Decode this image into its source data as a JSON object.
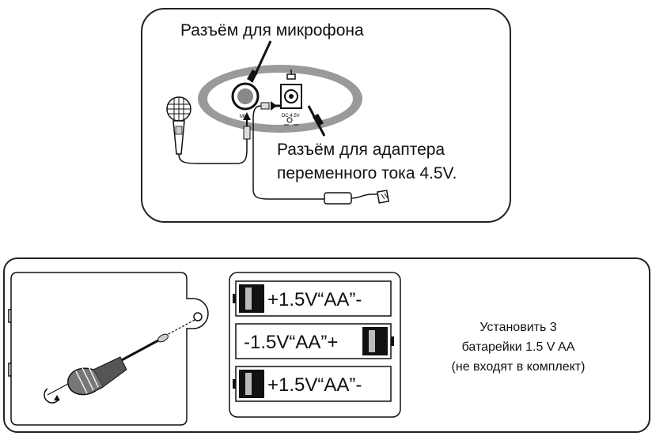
{
  "top": {
    "mic_label": "Разъём для микрофона",
    "adapter_label_line1": "Разъём для адаптера",
    "adapter_label_line2": "переменного тока  4.5V.",
    "mic_jack_text": "MIC",
    "dc_jack_text": "DC 4.5V"
  },
  "batteries": [
    {
      "label": "+1.5V“AA”-",
      "orientation": "plus-left"
    },
    {
      "label": "-1.5V“AA”+",
      "orientation": "plus-right"
    },
    {
      "label": "+1.5V“AA”-",
      "orientation": "plus-left"
    }
  ],
  "battery_note": {
    "line1": "Установить 3",
    "line2": "батарейки 1.5 V AA",
    "line3": "(не входят в комплект)"
  },
  "icons": {
    "microphone": "microphone-icon",
    "ac_adapter": "ac-adapter-icon",
    "screwdriver": "screwdriver-icon"
  }
}
